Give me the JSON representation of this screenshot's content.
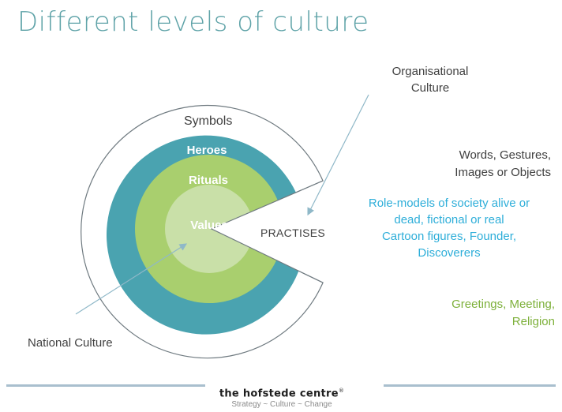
{
  "title": "Different levels of culture",
  "layers": {
    "symbols": "Symbols",
    "heroes": "Heroes",
    "rituals": "Rituals",
    "values": "Values"
  },
  "labels": {
    "organisational_line1": "Organisational",
    "organisational_line2": "Culture",
    "practises": "PRACTISES",
    "national_culture": "National Culture"
  },
  "descriptions": {
    "symbols_line1": "Words, Gestures,",
    "symbols_line2": "Images or Objects",
    "heroes_lines": [
      "Role-models of society alive or",
      "dead, fictional or real",
      "Cartoon figures, Founder,",
      "Discoverers"
    ],
    "rituals_line1": "Greetings, Meeting,",
    "rituals_line2": "Religion"
  },
  "footer": {
    "logo": "the hofstede centre",
    "registered": "®",
    "tagline": "Strategy ~ Culture ~ Change"
  },
  "colors": {
    "title": "#5fa3a8",
    "heroes_ring": "#4aa3b0",
    "rituals_ring": "#a9cf6e",
    "values_core": "#c9e0a8",
    "description_blue": "#2eaed9",
    "description_green": "#7db03a",
    "footer_line": "#a9bfce"
  }
}
